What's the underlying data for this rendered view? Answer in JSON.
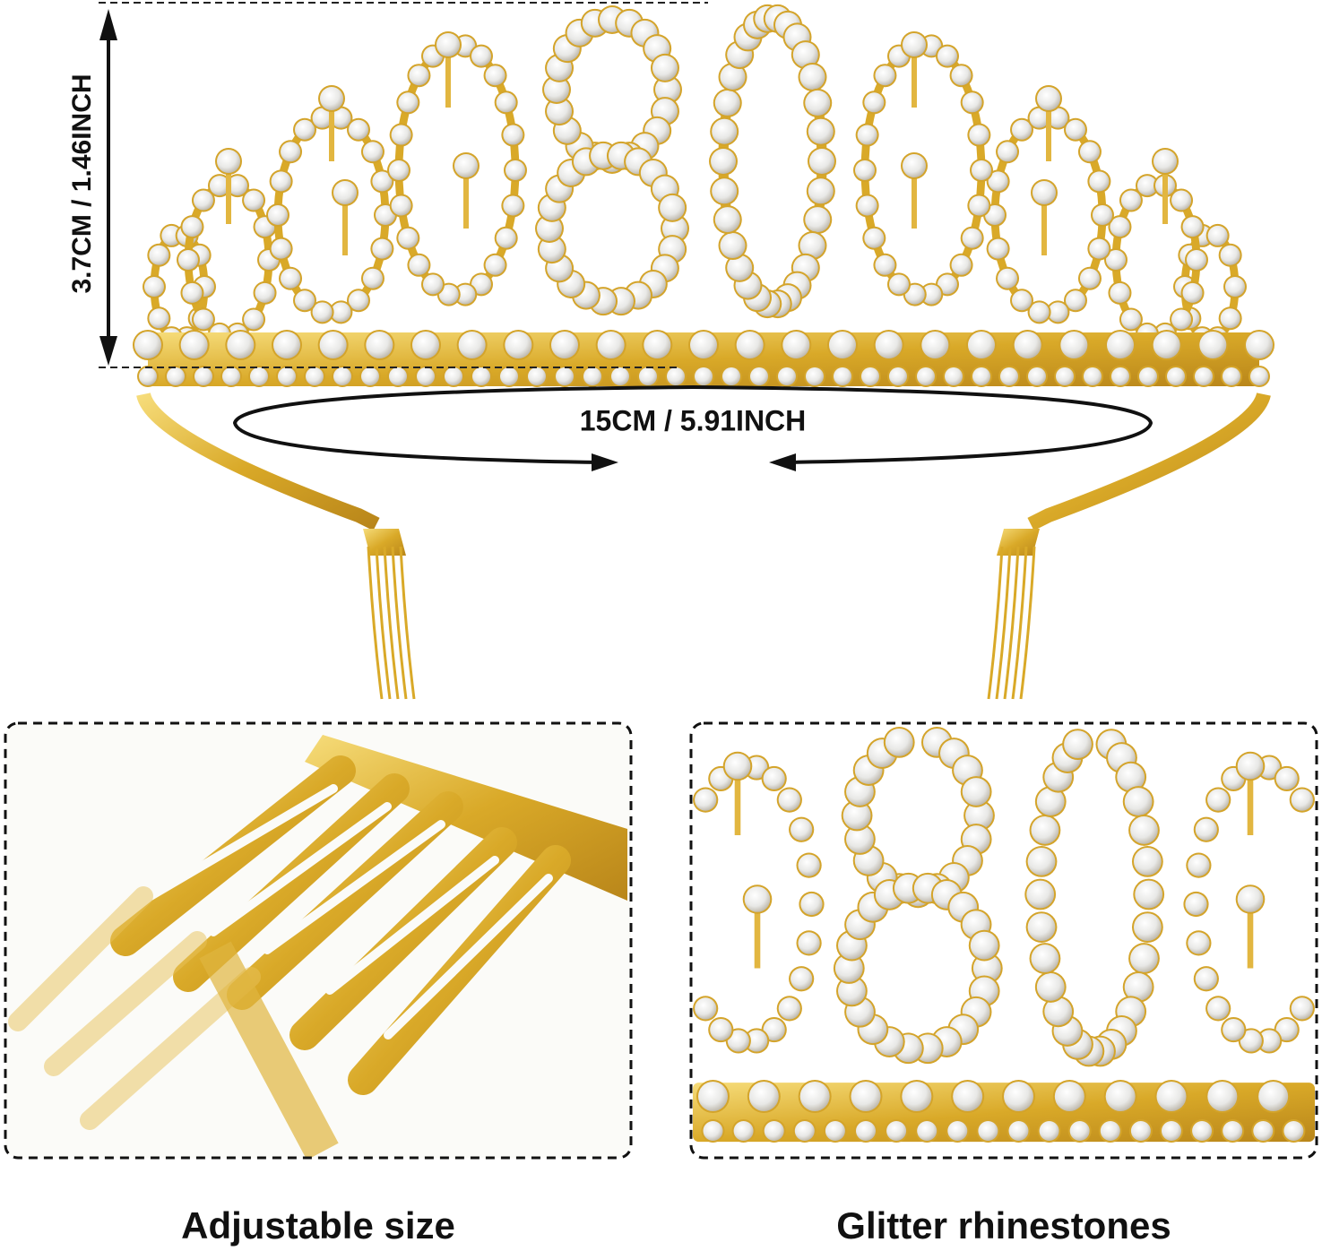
{
  "dimensions": {
    "height_label": "3.7CM / 1.46INCH",
    "width_label": "15CM / 5.91INCH"
  },
  "captions": {
    "left": "Adjustable size",
    "right": "Glitter rhinestones"
  },
  "colors": {
    "gold": "#d9a928",
    "gold_light": "#f3d36a",
    "stone": "#f4f4f2",
    "line": "#111111"
  }
}
